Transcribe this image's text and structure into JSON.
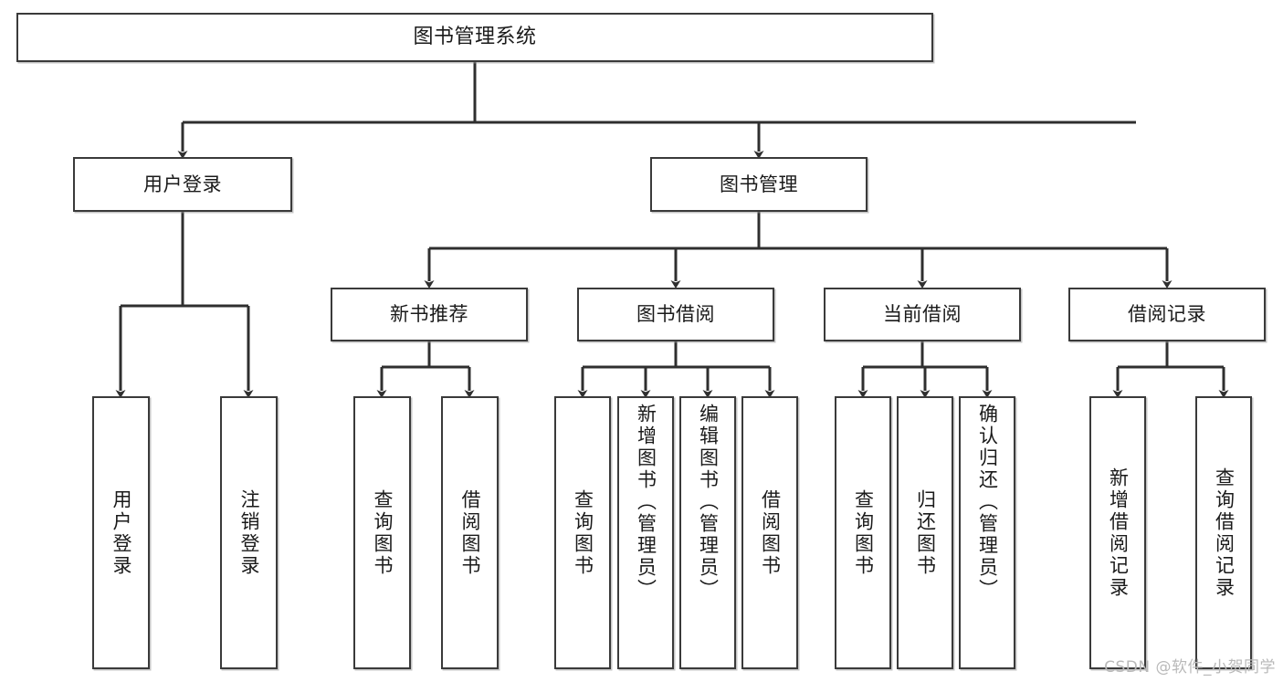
{
  "diagram": {
    "type": "tree-hierarchy",
    "title": "图书管理系统",
    "watermark": "CSDN @软件_小贺同学",
    "colors": {
      "stroke": "#3a3a3a",
      "fill": "#ffffff",
      "text": "#1a1a1a",
      "watermark": "#b9b9b9"
    },
    "nodes": {
      "root": {
        "label": "图书管理系统",
        "level": 1
      },
      "l2": [
        {
          "id": "user-login",
          "label": "用户登录",
          "level": 2
        },
        {
          "id": "book-manage",
          "label": "图书管理",
          "level": 2
        }
      ],
      "l3": [
        {
          "id": "new-book-rec",
          "label": "新书推荐",
          "level": 3,
          "parent": "book-manage"
        },
        {
          "id": "book-borrow",
          "label": "图书借阅",
          "level": 3,
          "parent": "book-manage"
        },
        {
          "id": "current-borrow",
          "label": "当前借阅",
          "level": 3,
          "parent": "book-manage"
        },
        {
          "id": "borrow-record",
          "label": "借阅记录",
          "level": 3,
          "parent": "book-manage"
        }
      ],
      "leaves": [
        {
          "id": "leaf-user-login",
          "label": "用户登录",
          "parent": "user-login"
        },
        {
          "id": "leaf-logout",
          "label": "注销登录",
          "parent": "user-login"
        },
        {
          "id": "leaf-query-book-1",
          "label": "查询图书",
          "parent": "new-book-rec"
        },
        {
          "id": "leaf-borrow-book-1",
          "label": "借阅图书",
          "parent": "new-book-rec"
        },
        {
          "id": "leaf-query-book-2",
          "label": "查询图书",
          "parent": "book-borrow"
        },
        {
          "id": "leaf-add-book",
          "label": "新增图书（管理员）",
          "parent": "book-borrow"
        },
        {
          "id": "leaf-edit-book",
          "label": "编辑图书（管理员）",
          "parent": "book-borrow"
        },
        {
          "id": "leaf-borrow-book-2",
          "label": "借阅图书",
          "parent": "book-borrow"
        },
        {
          "id": "leaf-query-book-3",
          "label": "查询图书",
          "parent": "current-borrow"
        },
        {
          "id": "leaf-return-book",
          "label": "归还图书",
          "parent": "current-borrow"
        },
        {
          "id": "leaf-confirm-return",
          "label": "确认归还（管理员）",
          "parent": "current-borrow"
        },
        {
          "id": "leaf-add-record",
          "label": "新增借阅记录",
          "parent": "borrow-record"
        },
        {
          "id": "leaf-query-record",
          "label": "查询借阅记录",
          "parent": "borrow-record"
        }
      ]
    }
  }
}
